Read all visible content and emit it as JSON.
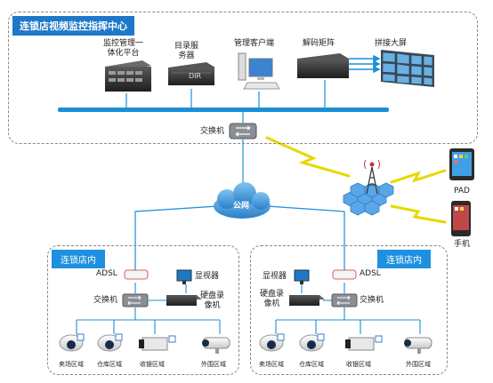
{
  "center": {
    "title": "连锁店视频监控指挥中心",
    "devices": [
      {
        "line1": "监控管理一",
        "line2": "体化平台"
      },
      {
        "line1": "目录服",
        "line2": "务器"
      },
      {
        "line1": "管理客户端",
        "line2": ""
      },
      {
        "line1": "解码矩阵",
        "line2": ""
      },
      {
        "line1": "拼接大屏",
        "line2": ""
      }
    ],
    "dir_text": "DIR",
    "switch_label": "交换机"
  },
  "network": {
    "internet_label": "公网",
    "pad_label": "PAD",
    "phone_label": "手机"
  },
  "stores": [
    {
      "tag": "连锁店内",
      "adsl": "ADSL",
      "monitor": "显视器",
      "switch": "交换机",
      "dvr_line1": "硬盘录",
      "dvr_line2": "像机",
      "cameras": [
        "卖场区域",
        "仓库区域",
        "收银区域",
        "外围区域"
      ]
    },
    {
      "tag": "连锁店内",
      "adsl": "ADSL",
      "monitor": "显视器",
      "switch": "交换机",
      "dvr_line1": "硬盘录",
      "dvr_line2": "像机",
      "cameras": [
        "卖场区域",
        "仓库区域",
        "收银区域",
        "外围区域"
      ]
    }
  ]
}
